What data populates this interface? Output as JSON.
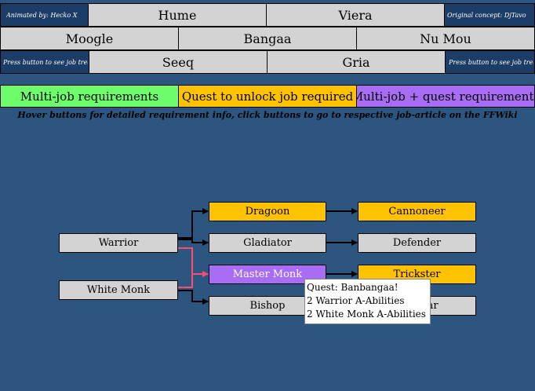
{
  "header": {
    "animated_by": "Animated by: Hecko X",
    "original_concept": "Original concept: DjTavo",
    "press_left": "Press button to see job tree",
    "press_right": "Press button to see job tree"
  },
  "races": {
    "hume": "Hume",
    "viera": "Viera",
    "moogle": "Moogle",
    "bangaa": "Bangaa",
    "nu_mou": "Nu Mou",
    "seeq": "Seeq",
    "gria": "Gria"
  },
  "legend": {
    "multi_job": "Multi-job requirements",
    "quest": "Quest to unlock job required",
    "multi_quest": "Multi-job + quest requirements"
  },
  "hint": "Hover buttons for detailed requirement info, click buttons to go to respective job-article on the FFWiki",
  "jobs": {
    "warrior": "Warrior",
    "white_monk": "White Monk",
    "dragoon": "Dragoon",
    "gladiator": "Gladiator",
    "master_monk": "Master Monk",
    "bishop": "Bishop",
    "cannoneer": "Cannoneer",
    "defender": "Defender",
    "trickster": "Trickster",
    "templar": "Templar"
  },
  "tooltip": {
    "line1": "Quest: Banbangaa!",
    "line2": "2 Warrior A-Abilities",
    "line3": "2 White Monk A-Abilities"
  },
  "colors": {
    "background": "#2c5580",
    "bar": "#1c3d67",
    "button": "#d3d3d3",
    "multi_job": "#6cfc6c",
    "quest": "#ffc200",
    "multi_quest": "#a96cf4",
    "link_highlight": "#ff4d6d"
  }
}
